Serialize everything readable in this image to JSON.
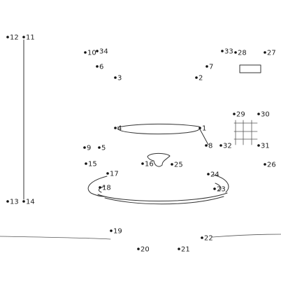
{
  "puzzle": {
    "points": [
      {
        "n": "1"
      },
      {
        "n": "2"
      },
      {
        "n": "3"
      },
      {
        "n": "4"
      },
      {
        "n": "5"
      },
      {
        "n": "6"
      },
      {
        "n": "7"
      },
      {
        "n": "8"
      },
      {
        "n": "9"
      },
      {
        "n": "10"
      },
      {
        "n": "11"
      },
      {
        "n": "12"
      },
      {
        "n": "13"
      },
      {
        "n": "14"
      },
      {
        "n": "15"
      },
      {
        "n": "16"
      },
      {
        "n": "17"
      },
      {
        "n": "18"
      },
      {
        "n": "19"
      },
      {
        "n": "20"
      },
      {
        "n": "21"
      },
      {
        "n": "22"
      },
      {
        "n": "23"
      },
      {
        "n": "24"
      },
      {
        "n": "25"
      },
      {
        "n": "26"
      },
      {
        "n": "27"
      },
      {
        "n": "28"
      },
      {
        "n": "29"
      },
      {
        "n": "30"
      },
      {
        "n": "31"
      },
      {
        "n": "32"
      },
      {
        "n": "33"
      },
      {
        "n": "34"
      }
    ]
  }
}
